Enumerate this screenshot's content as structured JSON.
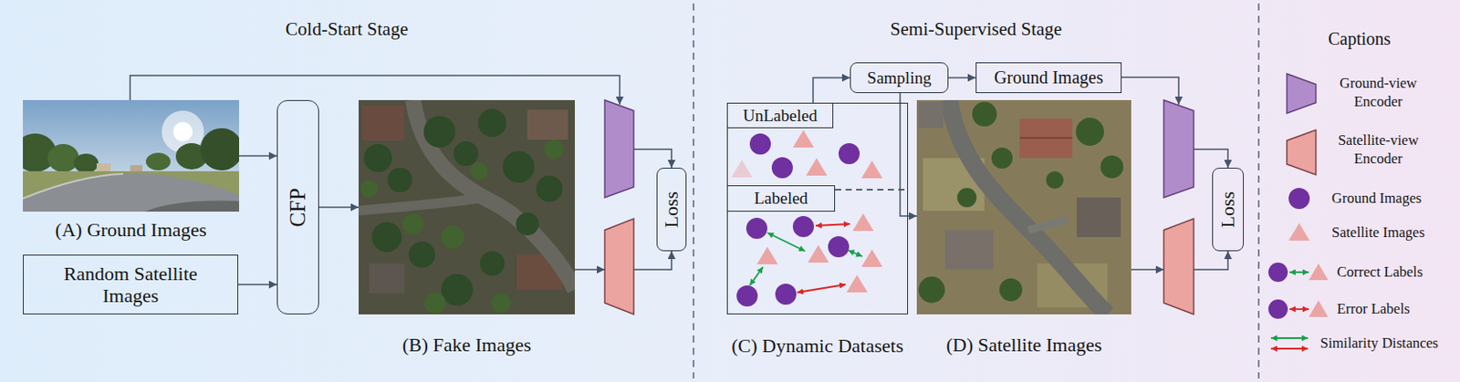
{
  "diagram": {
    "nodes": [
      {
        "text": [
          "Cold-Start Stage"
        ]
      },
      {
        "text": [
          "(A) Ground Images"
        ],
        "in": 0
      },
      {
        "text": [
          "Random Satellite Images"
        ],
        "in": 0
      },
      {
        "text": [
          "CFP"
        ],
        "in": 0
      },
      {
        "text": [
          "(B) Fake Images"
        ],
        "in": 0
      },
      {
        "text": [
          "Loss"
        ],
        "in": 0
      },
      {
        "text": [
          "Semi-Supervised Stage"
        ]
      },
      {
        "text": [
          "Sampling"
        ],
        "in": 6
      },
      {
        "text": [
          "Ground Images"
        ],
        "in": 6
      },
      {
        "text": [
          "(C) Dynamic Datasets"
        ],
        "in": 6
      },
      {
        "text": [
          "UnLabeled"
        ],
        "in": 9
      },
      {
        "text": [
          "Labeled"
        ],
        "in": 9
      },
      {
        "text": [
          "(D) Satellite Images"
        ],
        "in": 6
      },
      {
        "text": [
          "Loss"
        ],
        "in": 6
      },
      {
        "text": [
          "Captions"
        ]
      }
    ],
    "edges": [
      {
        "from": 1,
        "to": 3,
        "arrow": "to"
      },
      {
        "from": 2,
        "to": 3,
        "arrow": "to"
      },
      {
        "from": 3,
        "to": 4,
        "arrow": "to"
      },
      {
        "from": 9,
        "to": 7,
        "arrow": "to"
      },
      {
        "from": 7,
        "to": 8,
        "arrow": "to"
      },
      {
        "from": 7,
        "to": 12,
        "arrow": "to"
      }
    ],
    "legend": [
      {
        "text": "Ground-view Encoder"
      },
      {
        "text": "Satellite-view Encoder"
      },
      {
        "text": "Ground Images"
      },
      {
        "text": "Satellite Images"
      },
      {
        "text": "Correct Labels"
      },
      {
        "text": "Error Labels"
      },
      {
        "text": "Similarity Distances"
      }
    ]
  }
}
